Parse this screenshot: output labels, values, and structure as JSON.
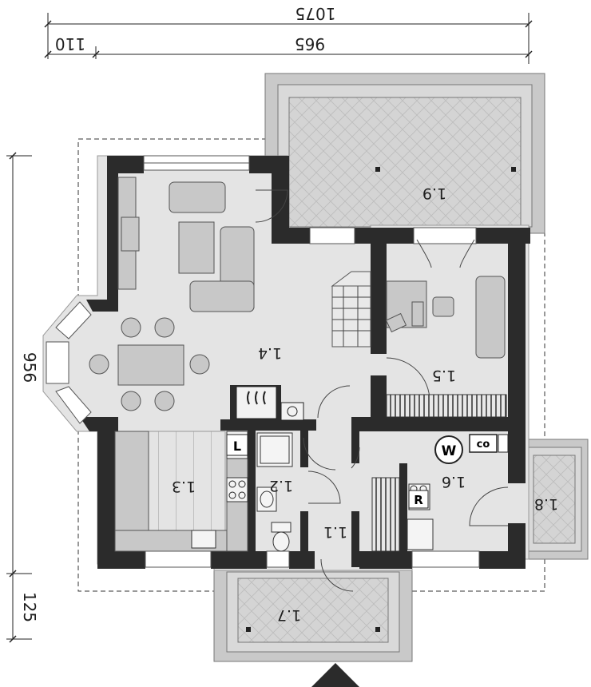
{
  "dimensions": {
    "top_total": "1075",
    "top_left": "110",
    "top_main": "965",
    "side_main": "956",
    "side_bottom": "125"
  },
  "rooms": {
    "r_1_1": "1.1",
    "r_1_2": "1.2",
    "r_1_3": "1.3",
    "r_1_4": "1.4",
    "r_1_5": "1.5",
    "r_1_6": "1.6",
    "r_1_7": "1.7",
    "r_1_8": "1.8",
    "r_1_9": "1.9"
  },
  "fixtures": {
    "washer_label": "W",
    "boiler_label": "CO",
    "fridge_label": "L",
    "dryer_label": "R"
  },
  "colors": {
    "wall": "#2b2b2b",
    "floor": "#e4e4e4",
    "terrace": "#cfcfcf",
    "furniture": "#c8c8c8"
  }
}
